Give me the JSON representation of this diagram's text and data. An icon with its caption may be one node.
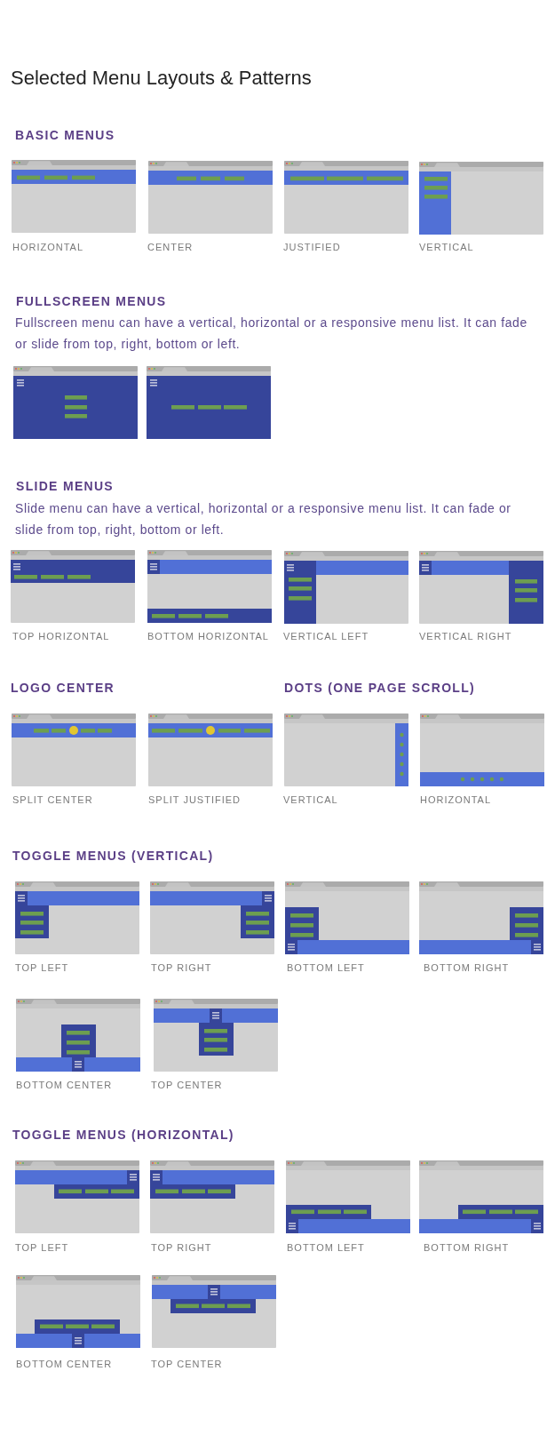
{
  "diagram": {
    "title": "Selected Menu Layouts & Patterns",
    "labels": [
      "BASIC MENUS",
      "HORIZONTAL",
      "CENTER",
      "JUSTIFIED",
      "VERTICAL",
      "FULLSCREEN MENUS",
      "Fullscreen menu can have a vertical, horizontal or a responsive menu list. It can fade or slide from top, right, bottom or left.",
      "SLIDE MENUS",
      "Slide menu can have a vertical, horizontal or a responsive menu list. It can fade or slide from top, right, bottom or left.",
      "TOP HORIZONTAL",
      "BOTTOM HORIZONTAL",
      "VERTICAL LEFT",
      "VERTICAL RIGHT",
      "LOGO CENTER",
      "DOTS (ONE PAGE SCROLL)",
      "SPLIT CENTER",
      "SPLIT JUSTIFIED",
      "VERTICAL",
      "HORIZONTAL",
      "TOGGLE MENUS (VERTICAL)",
      "TOP LEFT",
      "TOP RIGHT",
      "BOTTOM LEFT",
      "BOTTOM RIGHT",
      "BOTTOM CENTER",
      "TOP CENTER",
      "TOGGLE MENUS (HORIZONTAL)",
      "TOP LEFT",
      "TOP RIGHT",
      "BOTTOM LEFT",
      "BOTTOM RIGHT",
      "BOTTOM CENTER",
      "TOP CENTER"
    ]
  }
}
